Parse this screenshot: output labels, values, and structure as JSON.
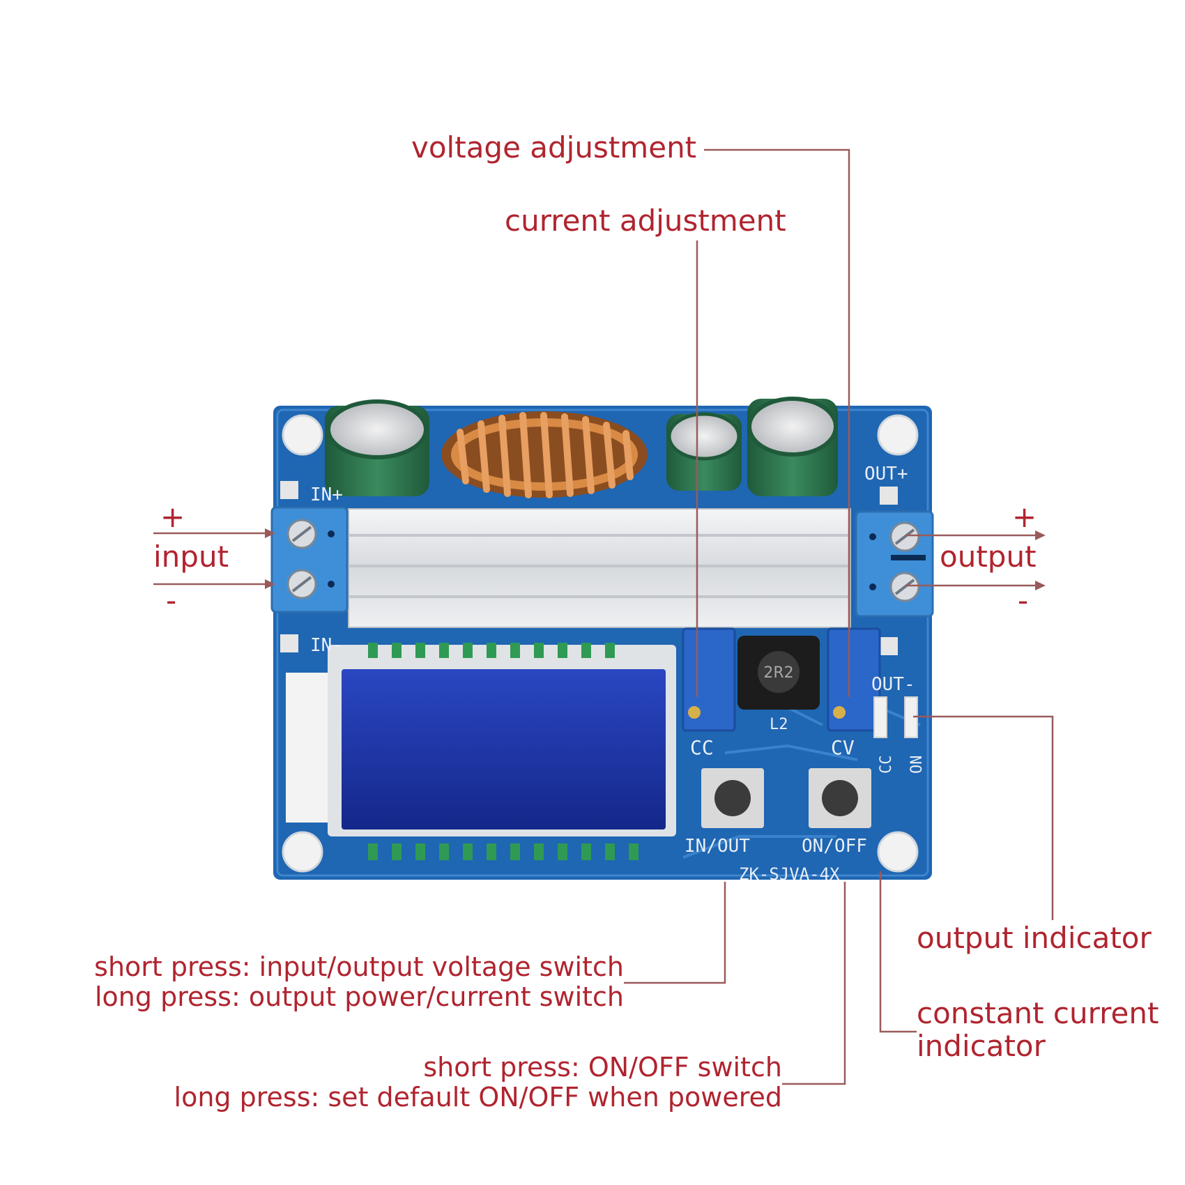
{
  "colors": {
    "annotation_text": "#b0242f",
    "leader_line": "#9a5a5a",
    "pcb": "#1f66b3",
    "pcb_dark": "#154f8f",
    "terminal_block": "#3f8fd8",
    "lcd": "#1c36a8",
    "heatsink": "#e3e5e8",
    "inductor_copper": "#c47a3a",
    "capacitor": "#2d7a4f",
    "trimpot": "#2b66c9"
  },
  "labels": {
    "voltage_adjustment": "voltage adjustment",
    "current_adjustment": "current adjustment",
    "input": "input",
    "output": "output",
    "input_plus": "+",
    "input_minus": "-",
    "output_plus": "+",
    "output_minus": "-",
    "output_indicator": "output indicator",
    "constant_current_indicator_line1": "constant current",
    "constant_current_indicator_line2": "indicator",
    "in_out_button_line1": "short press: input/output voltage switch",
    "in_out_button_line2": "long press: output power/current switch",
    "on_off_button_line1": "short press: ON/OFF switch",
    "on_off_button_line2": "long press: set default ON/OFF when powered"
  },
  "board_silkscreen": {
    "in_plus": "IN+",
    "in_minus": "IN-",
    "out_plus": "OUT+",
    "out_minus": "OUT-",
    "cc_pot": "CC",
    "cv_pot": "CV",
    "inductor_l2": "L2",
    "inductor_value": "2R2",
    "led_cc": "CC",
    "led_on": "ON",
    "button_in_out": "IN/OUT",
    "button_on_off": "ON/OFF",
    "model": "ZK-SJVA-4X"
  }
}
